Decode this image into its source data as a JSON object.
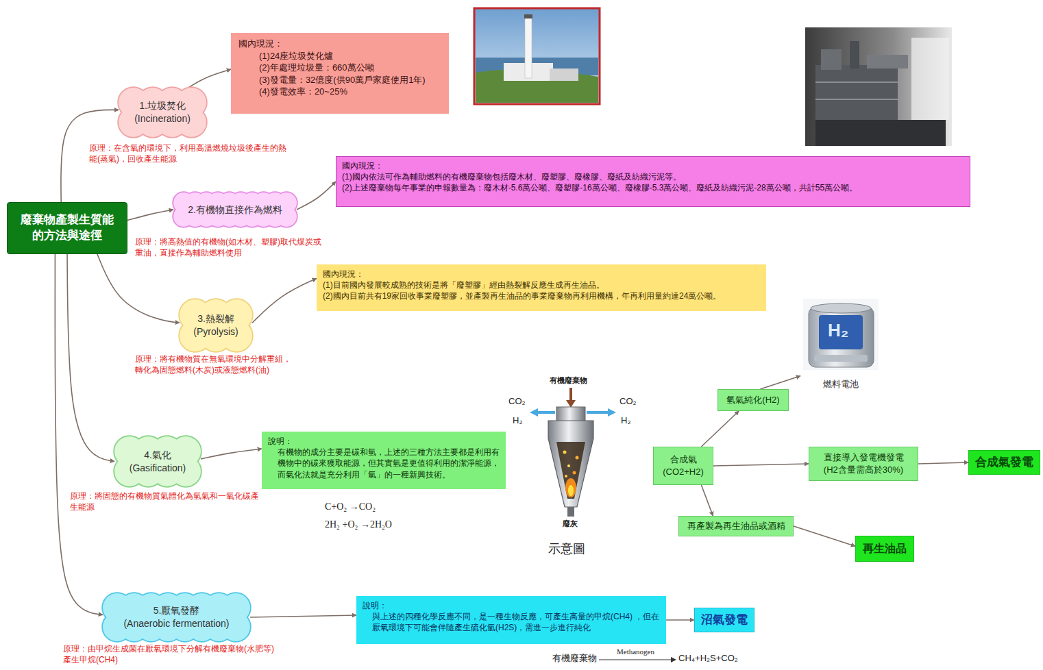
{
  "diagram": {
    "nodes": [
      {
        "text": [
          "廢棄物產製生質能的方法與途徑"
        ]
      },
      {
        "text": [
          "1.垃圾焚化",
          "(Incineration)"
        ]
      },
      {
        "text": [
          "國內現況：",
          "(1)24座垃圾焚化爐",
          "(2)年處理垃圾量：660萬公噸",
          "(3)發電量：32億度(供90萬戶家庭使用1年)",
          "(4)發電效率：20~25%"
        ]
      },
      {
        "text": [
          "2.有機物直接作為燃料"
        ]
      },
      {
        "text": [
          "國內現況：",
          "(1)國內依法可作為輔助燃料的有機廢棄物包括廢木材、廢塑膠、廢橡膠、廢紙及紡織污泥等。",
          "(2)上述廢棄物每年事業的申報數量為：廢木材-5.6萬公噸、廢塑膠-16萬公噸、廢橡膠-5.3萬公噸、廢紙及紡織污泥-28萬公噸，共計55萬公噸。"
        ]
      },
      {
        "text": [
          "3.熱裂解",
          "(Pyrolysis)"
        ]
      },
      {
        "text": [
          "國內現況：",
          "(1)目前國內發展較成熟的技術是將「廢塑膠」經由熱裂解反應生成再生油品。",
          "(2)國內目前共有19家回收事業廢塑膠，並產製再生油品的事業廢棄物再利用機構，年再利用量約達24萬公噸。"
        ]
      },
      {
        "text": [
          "4.氣化",
          "(Gasification)"
        ]
      },
      {
        "text": [
          "說明：",
          "有機物的成分主要是碳和氫，上述的三種方法主要都是利用有機物中的碳來獲取能源，但其實氫是更值得利用的潔淨能源，而氣化法就是充分利用「氫」的一種新興技術。"
        ]
      },
      {
        "text": [
          "合成氣 (CO2+H2)"
        ]
      },
      {
        "text": [
          "氫氣純化(H2)"
        ]
      },
      {
        "text": [
          "燃料電池"
        ]
      },
      {
        "text": [
          "直接導入發電機發電 (H2含量需高於30%)"
        ]
      },
      {
        "text": [
          "合成氣發電"
        ]
      },
      {
        "text": [
          "再產製為再生油品或酒精"
        ]
      },
      {
        "text": [
          "再生油品"
        ]
      },
      {
        "text": [
          "5.厭氧發酵",
          "(Anaerobic fermentation)"
        ]
      },
      {
        "text": [
          "說明：",
          "與上述的四種化學反應不同，是一種生物反應，可產生高量的甲烷(CH4) ，但在厭氧環境下可能會伴隨產生硫化氫(H2S)，需進一步進行純化"
        ]
      },
      {
        "text": [
          "沼氣發電"
        ]
      }
    ],
    "edges": [
      {
        "from": 0,
        "to": 1,
        "arrow": "to"
      },
      {
        "from": 0,
        "to": 3,
        "arrow": "to"
      },
      {
        "from": 0,
        "to": 5,
        "arrow": "to"
      },
      {
        "from": 0,
        "to": 7,
        "arrow": "to"
      },
      {
        "from": 0,
        "to": 16,
        "arrow": "to"
      },
      {
        "from": 1,
        "to": 2,
        "arrow": "to"
      },
      {
        "from": 3,
        "to": 4,
        "arrow": "to"
      },
      {
        "from": 5,
        "to": 6,
        "arrow": "to"
      },
      {
        "from": 7,
        "to": 8,
        "arrow": "to"
      },
      {
        "from": 16,
        "to": 17,
        "arrow": "to"
      },
      {
        "from": 17,
        "to": 18,
        "arrow": "to"
      },
      {
        "from": 9,
        "to": 10,
        "arrow": "to"
      },
      {
        "from": 10,
        "to": 11,
        "arrow": "to"
      },
      {
        "from": 9,
        "to": 12,
        "arrow": "to"
      },
      {
        "from": 12,
        "to": 13,
        "arrow": "to"
      },
      {
        "from": 9,
        "to": 14,
        "arrow": "to"
      },
      {
        "from": 14,
        "to": 15,
        "arrow": "to"
      }
    ],
    "labels": [
      "原理：在含氧的環境下，利用高溫燃燒垃圾後產生的熱能(蒸氣)，回收產生能源",
      "原理：將高熱值的有機物(如木材、塑膠)取代煤炭或重油，直接作為輔助燃料使用",
      "原理：將有機物質在無氧環境中分解重組，轉化為固態燃料(木炭)或液態燃料(油)",
      "原理：將固態的有機物質氣體化為氫氣和一氧化碳產生能源",
      "原理：由甲烷生成菌在厭氧環境下分解有機廢棄物(水肥等)產生甲烷(CH4)",
      "C+O₂ →CO₂",
      "2H₂ +O₂ →2H₂O",
      "有機廢棄物",
      "CO₂",
      "H₂",
      "CO₂",
      "H₂",
      "廢灰",
      "示意圖",
      "有機廢棄物",
      "Methanogen",
      "CH₄+H₂S+CO₂",
      "H₂"
    ]
  }
}
